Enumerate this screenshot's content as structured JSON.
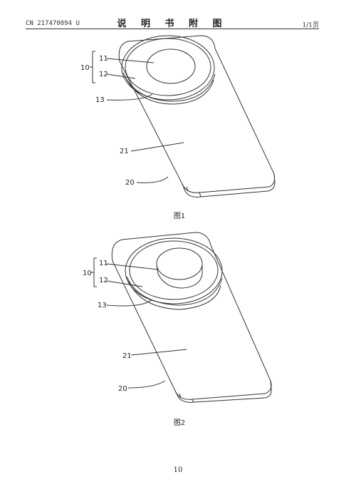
{
  "header": {
    "patent_number": "CN 217470094 U",
    "title": "说 明 书 附 图",
    "page_info": "1/1页"
  },
  "figures": [
    {
      "caption": "图1",
      "labels": {
        "l10": "10",
        "l11": "11",
        "l12": "12",
        "l13": "13",
        "l21": "21",
        "l20": "20"
      }
    },
    {
      "caption": "图2",
      "labels": {
        "l10": "10",
        "l11": "11",
        "l12": "12",
        "l13": "13",
        "l21": "21",
        "l20": "20"
      }
    }
  ],
  "page_number": "10"
}
